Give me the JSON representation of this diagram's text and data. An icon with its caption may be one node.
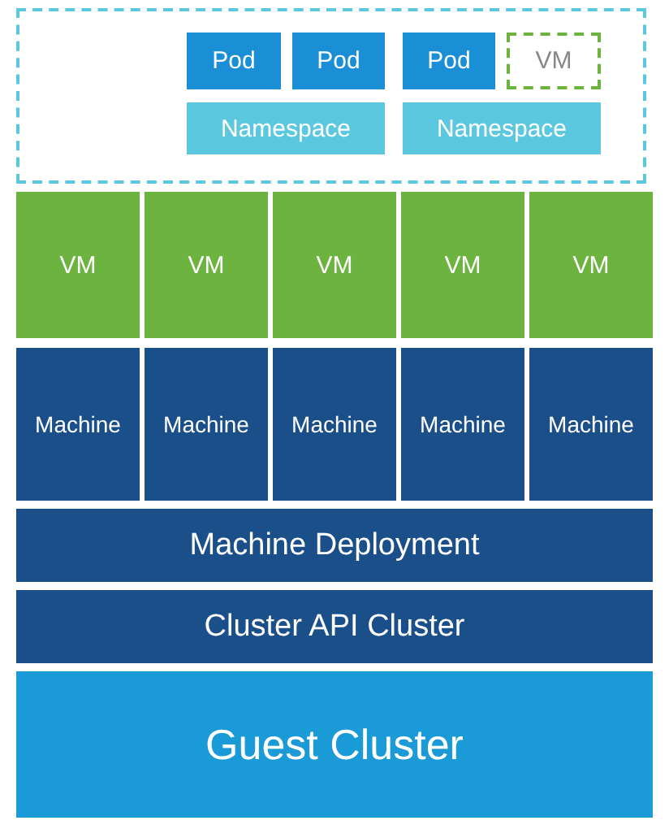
{
  "diagram": {
    "nodes": [
      {
        "text": [],
        "shape": "box"
      },
      {
        "text": [
          "Pod"
        ],
        "in": 0
      },
      {
        "text": [
          "Pod"
        ],
        "in": 0
      },
      {
        "text": [
          "Pod"
        ],
        "in": 0
      },
      {
        "text": [
          "VM"
        ],
        "in": 0
      },
      {
        "text": [
          "Namespace"
        ],
        "in": 0
      },
      {
        "text": [
          "Namespace"
        ],
        "in": 0
      },
      {
        "text": [
          "VM"
        ]
      },
      {
        "text": [
          "VM"
        ]
      },
      {
        "text": [
          "VM"
        ]
      },
      {
        "text": [
          "VM"
        ]
      },
      {
        "text": [
          "VM"
        ]
      },
      {
        "text": [
          "Machine"
        ]
      },
      {
        "text": [
          "Machine"
        ]
      },
      {
        "text": [
          "Machine"
        ]
      },
      {
        "text": [
          "Machine"
        ]
      },
      {
        "text": [
          "Machine"
        ]
      },
      {
        "text": [
          "Machine Deployment"
        ]
      },
      {
        "text": [
          "Cluster API Cluster"
        ]
      },
      {
        "text": [
          "Guest Cluster"
        ]
      }
    ],
    "edges": []
  }
}
